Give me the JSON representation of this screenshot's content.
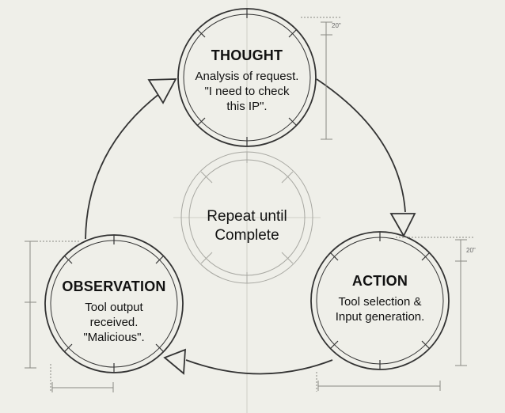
{
  "nodes": {
    "thought": {
      "title": "THOUGHT",
      "lines": [
        "Analysis of request.",
        "\"I need to check",
        "this IP\"."
      ]
    },
    "action": {
      "title": "ACTION",
      "lines": [
        "Tool selection &",
        "Input generation."
      ]
    },
    "observation": {
      "title": "OBSERVATION",
      "lines": [
        "Tool output",
        "received.",
        "\"Malicious\"."
      ]
    }
  },
  "center": {
    "lines": [
      "Repeat until",
      "Complete"
    ]
  },
  "dimensions": {
    "thought_label": "20\"",
    "action_label": "20\""
  },
  "colors": {
    "background": "#efefe9",
    "stroke": "#333333",
    "faint": "#9a9a9a",
    "text": "#111111"
  }
}
